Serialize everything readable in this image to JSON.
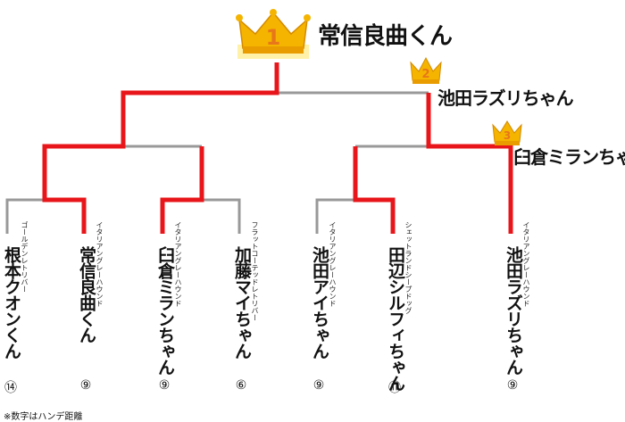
{
  "winners": {
    "first": {
      "rank": "1",
      "name": "常信良曲くん"
    },
    "second": {
      "rank": "2",
      "name": "池田ラズリちゃん"
    },
    "third": {
      "rank": "3",
      "name": "臼倉ミランちゃん"
    }
  },
  "entrants": [
    {
      "name": "根本クオンくん",
      "breed": "ゴールデンレトリバー",
      "distance": "⑭"
    },
    {
      "name": "常信良曲くん",
      "breed": "イタリアングレーハウンド",
      "distance": "⑨"
    },
    {
      "name": "臼倉ミランちゃん",
      "breed": "イタリアングレーハウンド",
      "distance": "⑨"
    },
    {
      "name": "加藤マイちゃん",
      "breed": "フラットコーテッドレトリバー",
      "distance": "⑥"
    },
    {
      "name": "池田アイちゃん",
      "breed": "イタリアングレーハウンド",
      "distance": "⑨"
    },
    {
      "name": "田辺シルフィちゃん",
      "breed": "シェットランドシープドッグ",
      "distance": "⑪"
    },
    {
      "name": "池田ラズリちゃん",
      "breed": "イタリアングレーハウンド",
      "distance": "⑨"
    }
  ],
  "footnote": "※数字はハンデ距離",
  "colors": {
    "winner_line": "#e8161a",
    "loser_line": "#999999",
    "crown_gold": "#f4b400",
    "crown_rank": "#e8761a",
    "crown_glow": "#fff1a8"
  }
}
